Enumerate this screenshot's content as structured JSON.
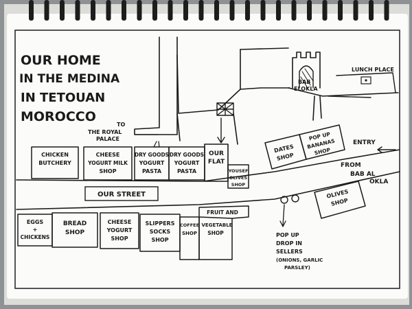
{
  "title": {
    "line1": "OUR HOME",
    "line2": "IN THE MEDINA",
    "line3": "IN TETOUAN",
    "line4": "MOROCCO"
  },
  "labels": {
    "royal_palace_1": "TO",
    "royal_palace_2": "THE ROYAL",
    "royal_palace_3": "PALACE",
    "bab_1": "BAB",
    "bab_2": "ELOKLA",
    "lunch_place": "LUNCH PLACE",
    "entry": "ENTRY",
    "from_1": "FROM",
    "from_2": "BAB AL",
    "from_3": "OKLA",
    "our_street": "OUR STREET",
    "popup_1": "POP UP",
    "popup_2": "DROP IN",
    "popup_3": "SELLERS",
    "popup_4": "(ONIONS, GARLIC",
    "popup_5": "PARSLEY)"
  },
  "shops_top": [
    {
      "line1": "CHICKEN",
      "line2": "BUTCHERY",
      "line3": ""
    },
    {
      "line1": "CHEESE",
      "line2": "YOGURT MILK",
      "line3": "SHOP"
    },
    {
      "line1": "DRY GOODS",
      "line2": "YOGURT",
      "line3": "PASTA"
    },
    {
      "line1": "DRY GOODS",
      "line2": "YOGURT",
      "line3": "PASTA"
    },
    {
      "line1": "OUR",
      "line2": "FLAT",
      "line3": ""
    },
    {
      "line1": "YOUSEF",
      "line2": "OLIVES",
      "line3": "SHOP"
    }
  ],
  "shops_upper_right": [
    {
      "line1": "DATES",
      "line2": "SHOP",
      "line3": ""
    },
    {
      "line1": "POP UP",
      "line2": "BANANAS",
      "line3": "SHOP"
    },
    {
      "line1": "OLIVES",
      "line2": "SHOP",
      "line3": ""
    }
  ],
  "shops_bottom": [
    {
      "line1": "EGGS",
      "line2": "+",
      "line3": "CHICKENS"
    },
    {
      "line1": "BREAD",
      "line2": "SHOP",
      "line3": ""
    },
    {
      "line1": "CHEESE",
      "line2": "YOGURT",
      "line3": "SHOP"
    },
    {
      "line1": "SLIPPERS",
      "line2": "SOCKS",
      "line3": "SHOP"
    },
    {
      "line1": "COFFEE",
      "line2": "SHOP",
      "line3": ""
    },
    {
      "line1": "FRUIT AND",
      "line2": "VEGETABLE",
      "line3": "SHOP"
    }
  ],
  "colors": {
    "ink": "#1a1a1a",
    "paper": "#fbfbf9",
    "binding": "#1d1d1d",
    "background": "#8f9295"
  }
}
